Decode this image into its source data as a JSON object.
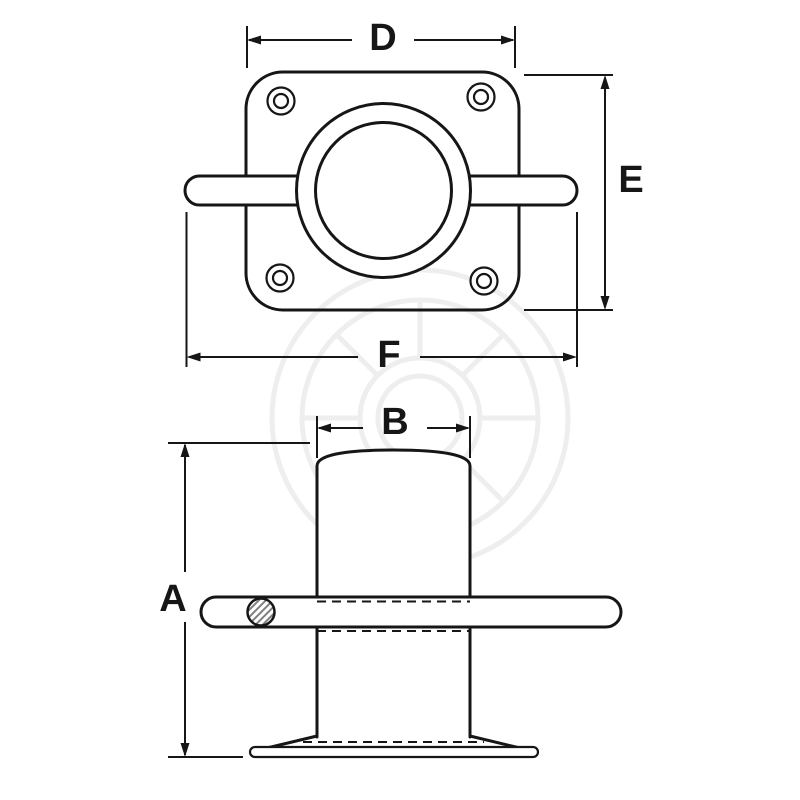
{
  "diagram": {
    "type": "technical-drawing",
    "colors": {
      "line": "#161616",
      "background": "#ffffff",
      "watermark": "#eeeeee",
      "hatch": "#7f7f7f"
    },
    "top_view": {
      "labels": {
        "d": "D",
        "e": "E",
        "f": "F"
      }
    },
    "side_view": {
      "labels": {
        "a": "A",
        "b": "B"
      }
    }
  }
}
